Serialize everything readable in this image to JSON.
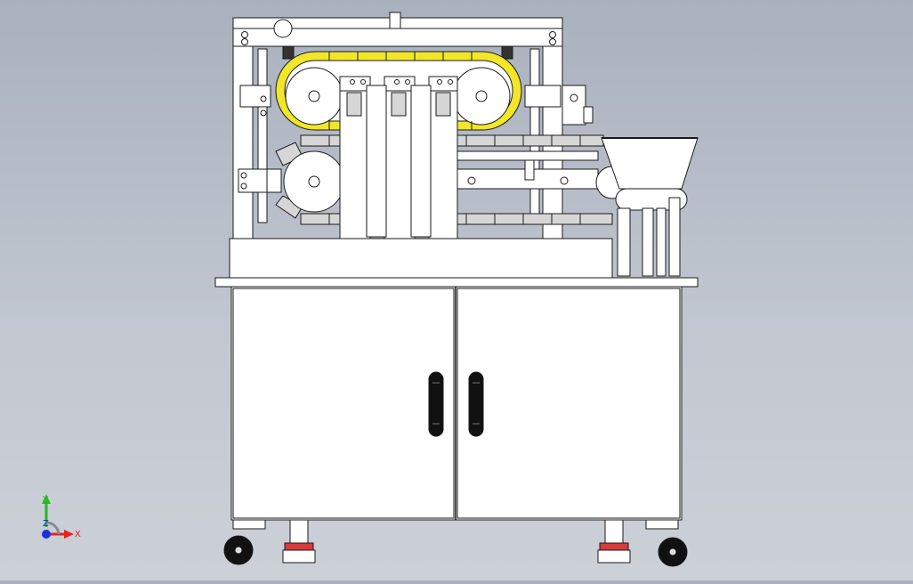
{
  "viewport": {
    "background_top": "#a9b1be",
    "background_bottom": "#ccd0d7",
    "model_fill": "#ffffff",
    "model_line": "#1a1a1a",
    "chain_color": "#f2e62a",
    "slat_color": "#d6d6d6",
    "foot_pad_color": "#d93a3a"
  },
  "triad": {
    "x_label": "X",
    "y_label": "Y",
    "z_label": "Z",
    "x_color": "#e8221e",
    "y_color": "#2bb52b",
    "z_color": "#1a33d9"
  }
}
